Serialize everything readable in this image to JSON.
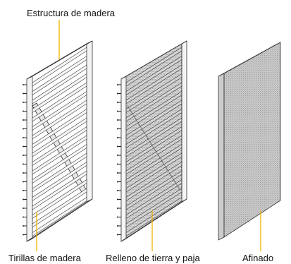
{
  "labels": {
    "frame": "Estructura de madera",
    "laths": "Tirillas de madera",
    "fill": "Relleno de tierra y paja",
    "finish": "Afinado"
  },
  "colors": {
    "line": "#333333",
    "leader": "#f2b300",
    "stipple": "#9a9a9a",
    "panel_face": "#d0d0d0"
  }
}
